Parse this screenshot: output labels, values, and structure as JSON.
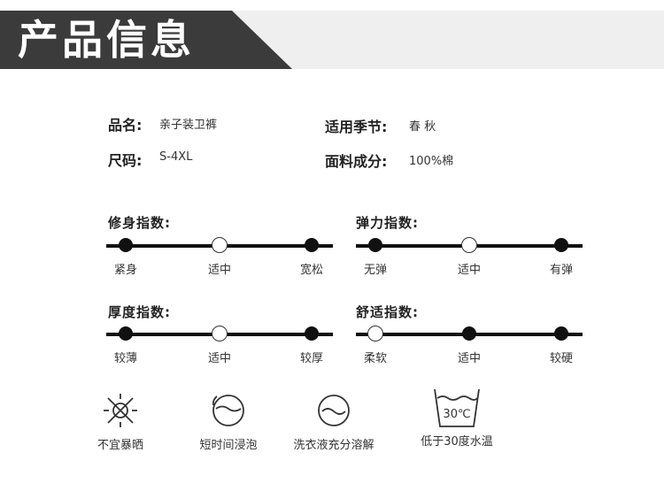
{
  "header": {
    "title": "产品信息"
  },
  "info": {
    "name_label": "品名:",
    "name_value": "亲子装卫裤",
    "season_label": "适用季节:",
    "season_value": "春 秋",
    "size_label": "尺码:",
    "size_value": "S-4XL",
    "fabric_label": "面料成分:",
    "fabric_value": "100%棉"
  },
  "scales": [
    {
      "title": "修身指数:",
      "labels": [
        "紧身",
        "适中",
        "宽松"
      ],
      "selected": 1
    },
    {
      "title": "弹力指数:",
      "labels": [
        "无弹",
        "适中",
        "有弹"
      ],
      "selected": 1
    },
    {
      "title": "厚度指数:",
      "labels": [
        "较薄",
        "适中",
        "较厚"
      ],
      "selected": 1
    },
    {
      "title": "舒适指数:",
      "labels": [
        "柔软",
        "适中",
        "较硬"
      ],
      "selected": 0
    }
  ],
  "care": [
    {
      "icon": "no-sun-icon",
      "label": "不宜暴晒"
    },
    {
      "icon": "short-soak-icon",
      "label": "短时间浸泡"
    },
    {
      "icon": "detergent-icon",
      "label": "洗衣液充分溶解"
    },
    {
      "icon": "wash-30-icon",
      "label": "低于30度水温",
      "temp": "30℃"
    }
  ]
}
